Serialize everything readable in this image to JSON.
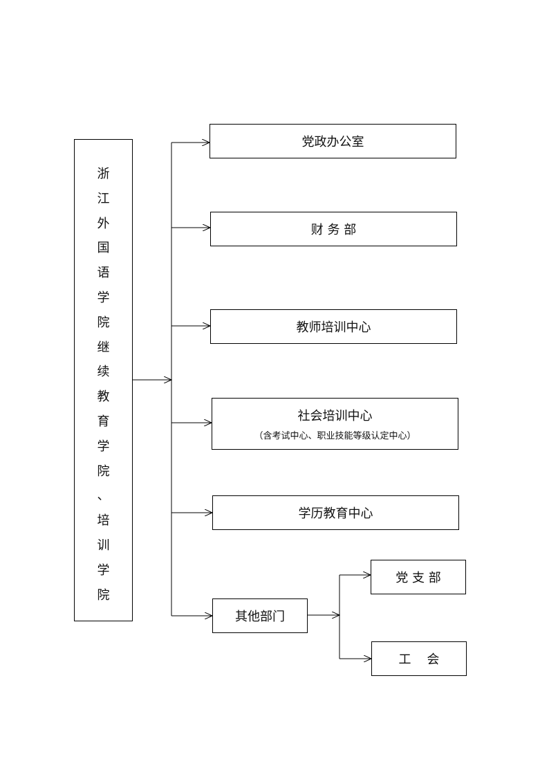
{
  "root": {
    "chars": [
      "浙",
      "江",
      "外",
      "国",
      "语",
      "学",
      "院",
      "继",
      "续",
      "教",
      "育",
      "学",
      "院",
      "、",
      "培",
      "训",
      "学",
      "院"
    ]
  },
  "departments": [
    {
      "label": "党政办公室"
    },
    {
      "label": "财 务 部"
    },
    {
      "label": "教师培训中心"
    },
    {
      "label": "社会培训中心",
      "note": "（含考试中心、职业技能等级认定中心）"
    },
    {
      "label": "学历教育中心"
    },
    {
      "label": "其他部门"
    }
  ],
  "other_children": [
    {
      "label": "党 支 部"
    },
    {
      "label": "工    会"
    }
  ]
}
